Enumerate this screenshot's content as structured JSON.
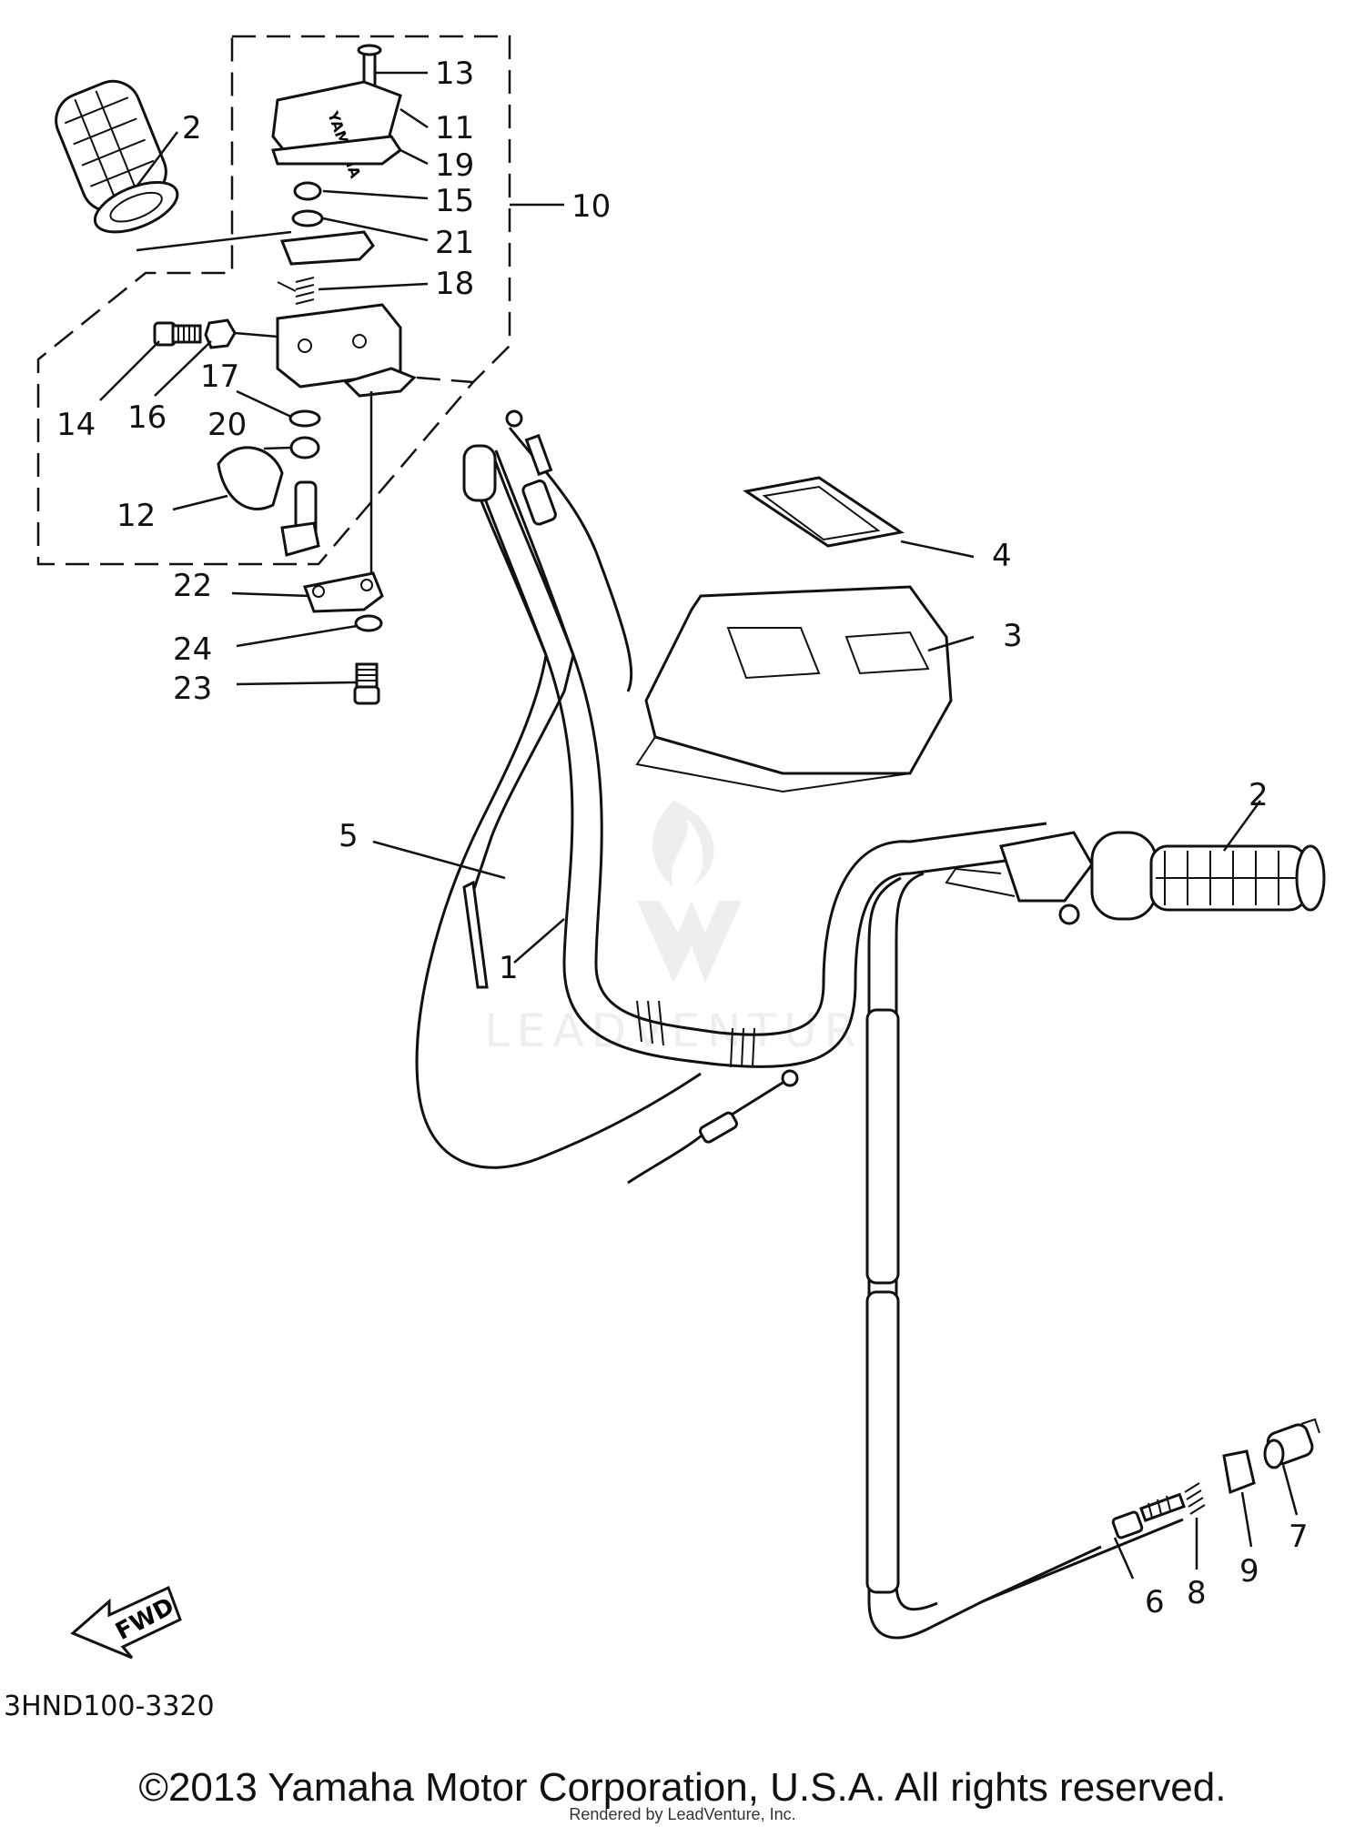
{
  "diagram": {
    "callouts": [
      {
        "label": "13"
      },
      {
        "label": "11"
      },
      {
        "label": "19"
      },
      {
        "label": "15"
      },
      {
        "label": "21"
      },
      {
        "label": "18"
      },
      {
        "label": "10"
      },
      {
        "label": "2"
      },
      {
        "label": "14"
      },
      {
        "label": "16"
      },
      {
        "label": "17"
      },
      {
        "label": "20"
      },
      {
        "label": "12"
      },
      {
        "label": "22"
      },
      {
        "label": "24"
      },
      {
        "label": "23"
      },
      {
        "label": "4"
      },
      {
        "label": "3"
      },
      {
        "label": "5"
      },
      {
        "label": "1"
      },
      {
        "label": "2"
      },
      {
        "label": "6"
      },
      {
        "label": "8"
      },
      {
        "label": "9"
      },
      {
        "label": "7"
      }
    ],
    "fwd_label": "FWD",
    "diagram_code": "3HND100-3320",
    "watermark": "LEADVENTURE"
  },
  "footer": {
    "copyright": "©2013 Yamaha Motor Corporation, U.S.A. All rights reserved.",
    "rendered_by": "Rendered by LeadVenture, Inc."
  }
}
